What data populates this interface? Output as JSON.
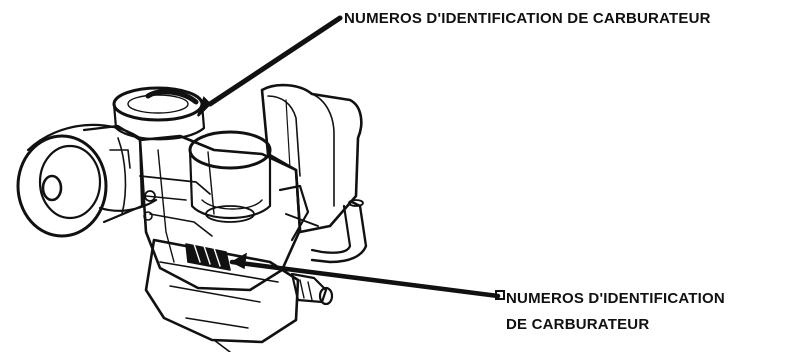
{
  "callouts": {
    "top": {
      "text": "NUMEROS D'IDENTIFICATION DE CARBURATEUR"
    },
    "bottom": {
      "line1": "NUMEROS D'IDENTIFICATION",
      "line2": "DE CARBURATEUR"
    }
  },
  "colors": {
    "ink": "#111111",
    "paper": "#ffffff"
  },
  "illustration": {
    "subject": "carburetor-assembly-line-drawing"
  }
}
